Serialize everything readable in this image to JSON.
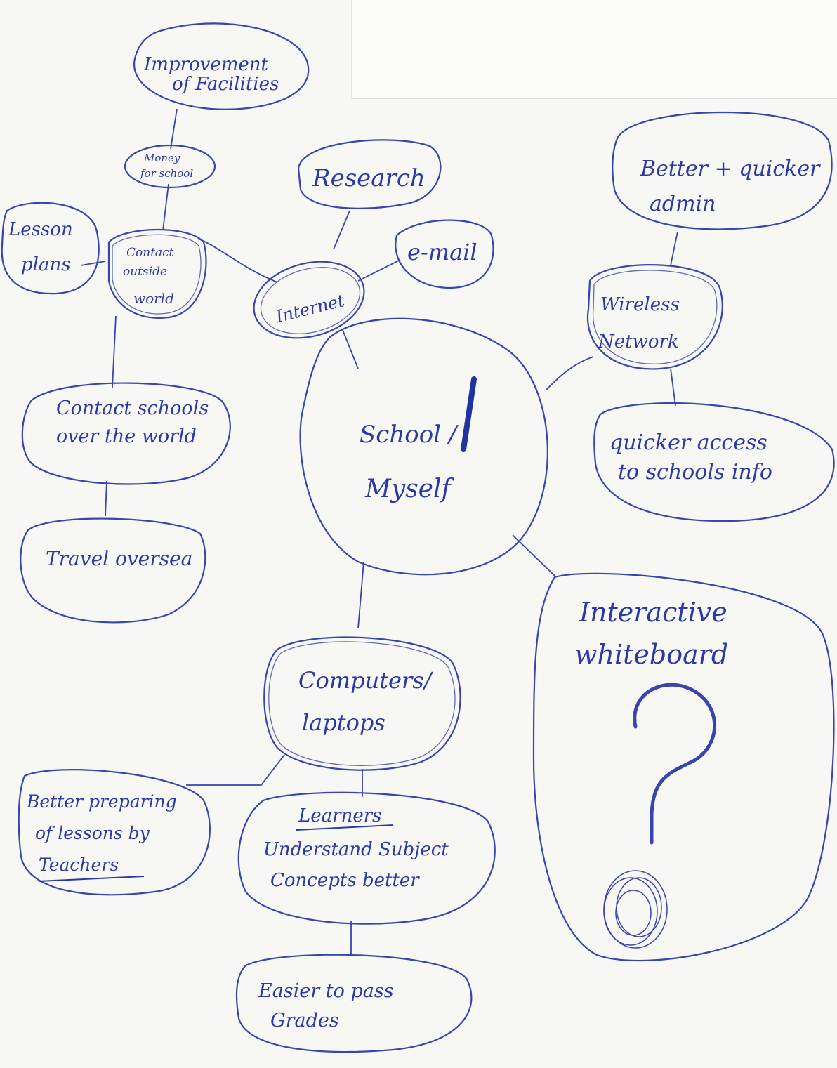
{
  "colors": {
    "ink": "#2c37a8",
    "paper": "#f7f7f4"
  },
  "nodes": {
    "improvement": [
      "Improvement",
      "of Facilities"
    ],
    "money": [
      "Money",
      "for school"
    ],
    "research": [
      "Research"
    ],
    "lesson_plans": [
      "Lesson",
      "plans"
    ],
    "contact_outside": [
      "Contact",
      "outside",
      "world"
    ],
    "email": [
      "e-mail"
    ],
    "internet": [
      "Internet"
    ],
    "better_admin": [
      "Better + quicker",
      "admin"
    ],
    "wireless": [
      "Wireless",
      "Network"
    ],
    "contact_schools": [
      "Contact schools",
      "over the world"
    ],
    "center": [
      "School /",
      "Myself"
    ],
    "quicker_access": [
      "quicker access",
      "to schools info"
    ],
    "travel": [
      "Travel oversea"
    ],
    "whiteboard": [
      "Interactive",
      "whiteboard"
    ],
    "computers": [
      "Computers/",
      "laptops"
    ],
    "teachers": [
      "Better preparing",
      "of lessons by",
      "Teachers"
    ],
    "learners": [
      "Learners",
      "Understand Subject",
      "Concepts better"
    ],
    "grades": [
      "Easier to pass",
      "Grades"
    ]
  },
  "question_mark": "?"
}
